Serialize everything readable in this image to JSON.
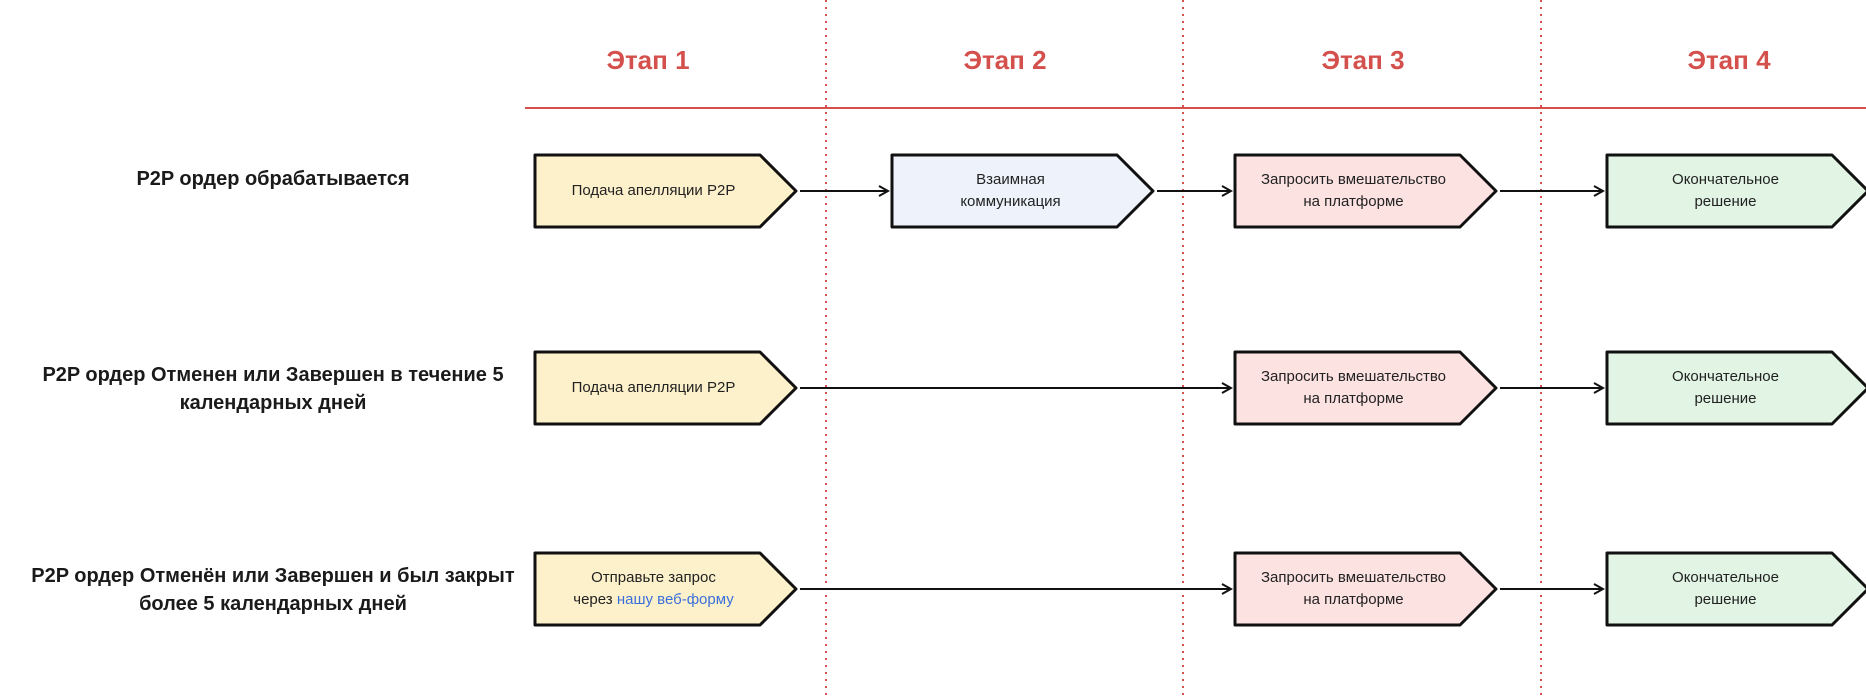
{
  "stages": [
    "Этап 1",
    "Этап 2",
    "Этап 3",
    "Этап 4"
  ],
  "rows": [
    {
      "label_lines": [
        "P2P ордер обрабатывается"
      ],
      "steps": [
        {
          "stage": 0,
          "lines": [
            "Подача апелляции P2P"
          ],
          "fill": "#fdf1cc"
        },
        {
          "stage": 1,
          "lines": [
            "Взаимная",
            "коммуникация"
          ],
          "fill": "#eef3fb"
        },
        {
          "stage": 2,
          "lines": [
            "Запросить вмешательство",
            "на платформе"
          ],
          "fill": "#fde2e2"
        },
        {
          "stage": 3,
          "lines": [
            "Окончательное",
            "решение"
          ],
          "fill": "#e2f5e4"
        }
      ]
    },
    {
      "label_lines": [
        "P2P ордер Отменен или Завершен в течение 5",
        "календарных дней"
      ],
      "steps": [
        {
          "stage": 0,
          "lines": [
            "Подача апелляции P2P"
          ],
          "fill": "#fdf1cc"
        },
        {
          "stage": 2,
          "lines": [
            "Запросить вмешательство",
            "на платформе"
          ],
          "fill": "#fde2e2"
        },
        {
          "stage": 3,
          "lines": [
            "Окончательное",
            "решение"
          ],
          "fill": "#e2f5e4"
        }
      ]
    },
    {
      "label_lines": [
        "P2P ордер Отменён или Завершен и был закрыт",
        "более 5 календарных дней"
      ],
      "steps": [
        {
          "stage": 0,
          "lines": [
            "Отправьте запрос"
          ],
          "prefix": "через ",
          "link": "нашу веб-форму",
          "fill": "#fdf1cc"
        },
        {
          "stage": 2,
          "lines": [
            "Запросить вмешательство",
            "на платформе"
          ],
          "fill": "#fde2e2"
        },
        {
          "stage": 3,
          "lines": [
            "Окончательное",
            "решение"
          ],
          "fill": "#e2f5e4"
        }
      ]
    }
  ],
  "colors": {
    "accent": "#d4504c",
    "outline": "#111111",
    "link": "#3b6fd9"
  }
}
